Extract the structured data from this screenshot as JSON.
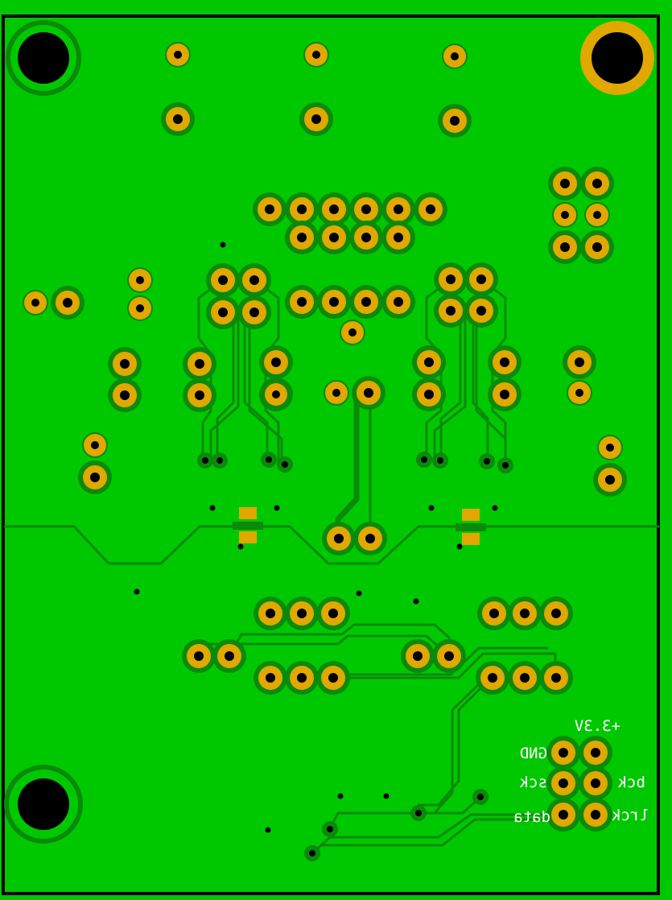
{
  "board": {
    "colors": {
      "board": "#00c800",
      "pad": "#e0a800",
      "ring": "#0a8a0a",
      "trace": "#0a8a0a",
      "outline": "#000000",
      "hole": "#000000",
      "silk": "#ffffff"
    },
    "labels": {
      "v33": "+3.3V",
      "gnd": "GND",
      "bck": "bck",
      "sck": "sck",
      "lrck": "lrck",
      "data": "data"
    }
  }
}
